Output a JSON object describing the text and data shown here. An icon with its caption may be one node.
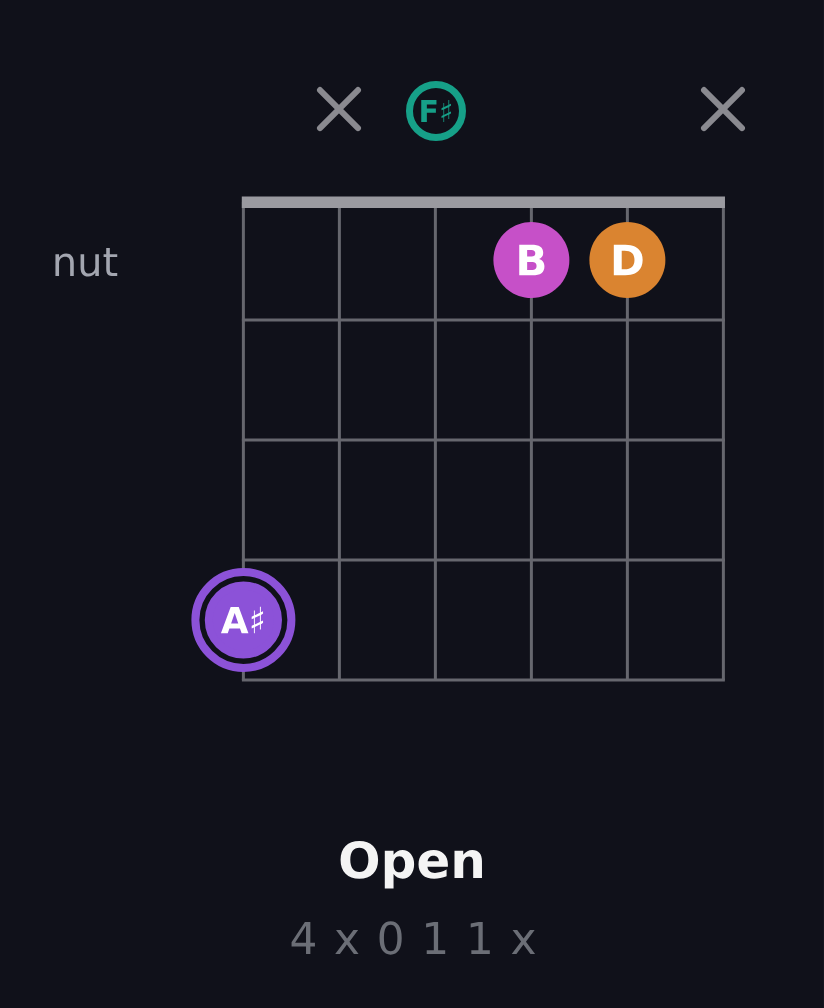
{
  "diagram": {
    "title": "Open",
    "nodes": [
      {
        "text": [
          "F♯"
        ]
      },
      {
        "text": [
          "B"
        ]
      },
      {
        "text": [
          "D"
        ]
      },
      {
        "text": [
          "A♯"
        ]
      }
    ],
    "labels": [
      "nut",
      "4 x 0 1 1 x"
    ]
  }
}
